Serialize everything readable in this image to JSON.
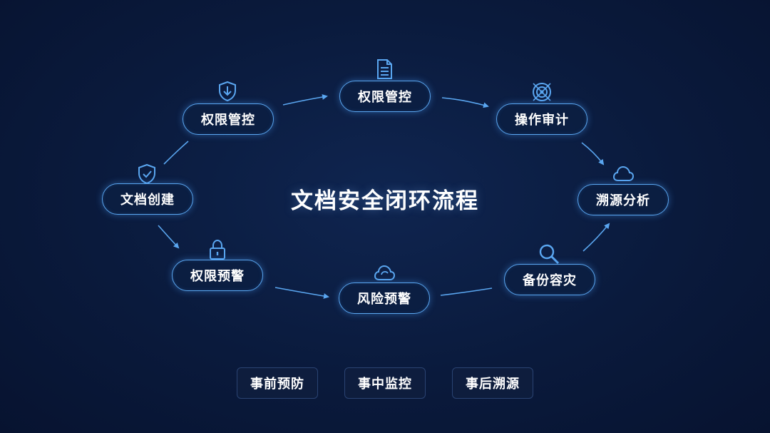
{
  "title": "文档安全闭环流程",
  "nodes": [
    {
      "label": "文档创建",
      "icon": "shield-check-icon"
    },
    {
      "label": "权限管控",
      "icon": "shield-down-icon"
    },
    {
      "label": "权限管控",
      "icon": "document-icon"
    },
    {
      "label": "操作审计",
      "icon": "radar-icon"
    },
    {
      "label": "溯源分析",
      "icon": "cloud-icon"
    },
    {
      "label": "备份容灾",
      "icon": "search-icon"
    },
    {
      "label": "风险预警",
      "icon": "cloud-sync-icon"
    },
    {
      "label": "权限预警",
      "icon": "lock-icon"
    }
  ],
  "stages": [
    "事前预防",
    "事中监控",
    "事后溯源"
  ],
  "colors": {
    "accent": "#5aa6f0",
    "background": "#0a1a3c",
    "text": "#ffffff"
  }
}
